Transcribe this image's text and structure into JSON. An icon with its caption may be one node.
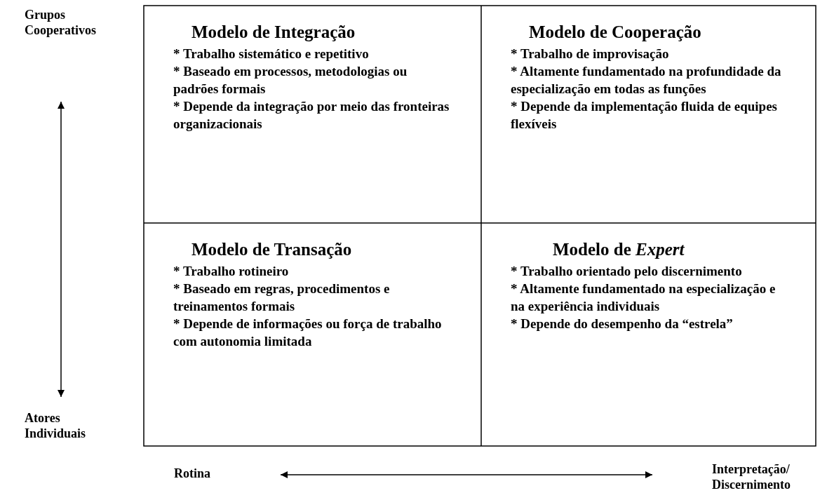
{
  "diagram": {
    "nodes": [
      {
        "text": [
          "Modelo de Integração",
          "* Trabalho sistemático e repetitivo",
          "* Baseado em processos, metodologias ou padrões formais",
          "* Depende da integração por meio das fronteiras organizacionais"
        ]
      },
      {
        "text": [
          "Modelo de Cooperação",
          "* Trabalho de improvisação",
          "* Altamente fundamentado na profundidade da especialização em todas as funções",
          "* Depende da implementação fluida de equipes flexíveis"
        ]
      },
      {
        "text": [
          "Modelo de Transação",
          "* Trabalho rotineiro",
          "* Baseado em regras, procedimentos e treinamentos formais",
          "* Depende de informações ou força de trabalho com autonomia limitada"
        ]
      },
      {
        "text": [
          "Modelo de *Expert*",
          "* Trabalho orientado pelo discernimento",
          "* Altamente fundamentado na especialização e na experiência individuais",
          "* Depende do desempenho da “estrela”"
        ]
      }
    ],
    "labels": [
      "Grupos Cooperativos",
      "Atores Individuais",
      "Rotina",
      "Interpretação/ Discernimento"
    ]
  }
}
